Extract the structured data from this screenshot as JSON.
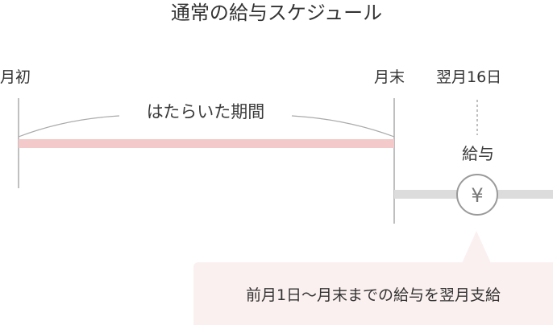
{
  "title": "通常の給与スケジュール",
  "labels": {
    "month_start": "月初",
    "month_end": "月末",
    "payday": "翌月16日",
    "work_period": "はたらいた期間",
    "salary": "給与",
    "yen_symbol": "¥"
  },
  "callout": {
    "text": "前月1日〜月末までの給与を翌月支給"
  },
  "colors": {
    "work_bar": "#f4c9c9",
    "pay_track": "#dcdcdc",
    "callout_bg": "#fbf0f0",
    "line": "#aaaaaa",
    "yen_circle": "#9a9a9a"
  },
  "icons": {
    "yen_coin": "yen-coin-icon"
  }
}
